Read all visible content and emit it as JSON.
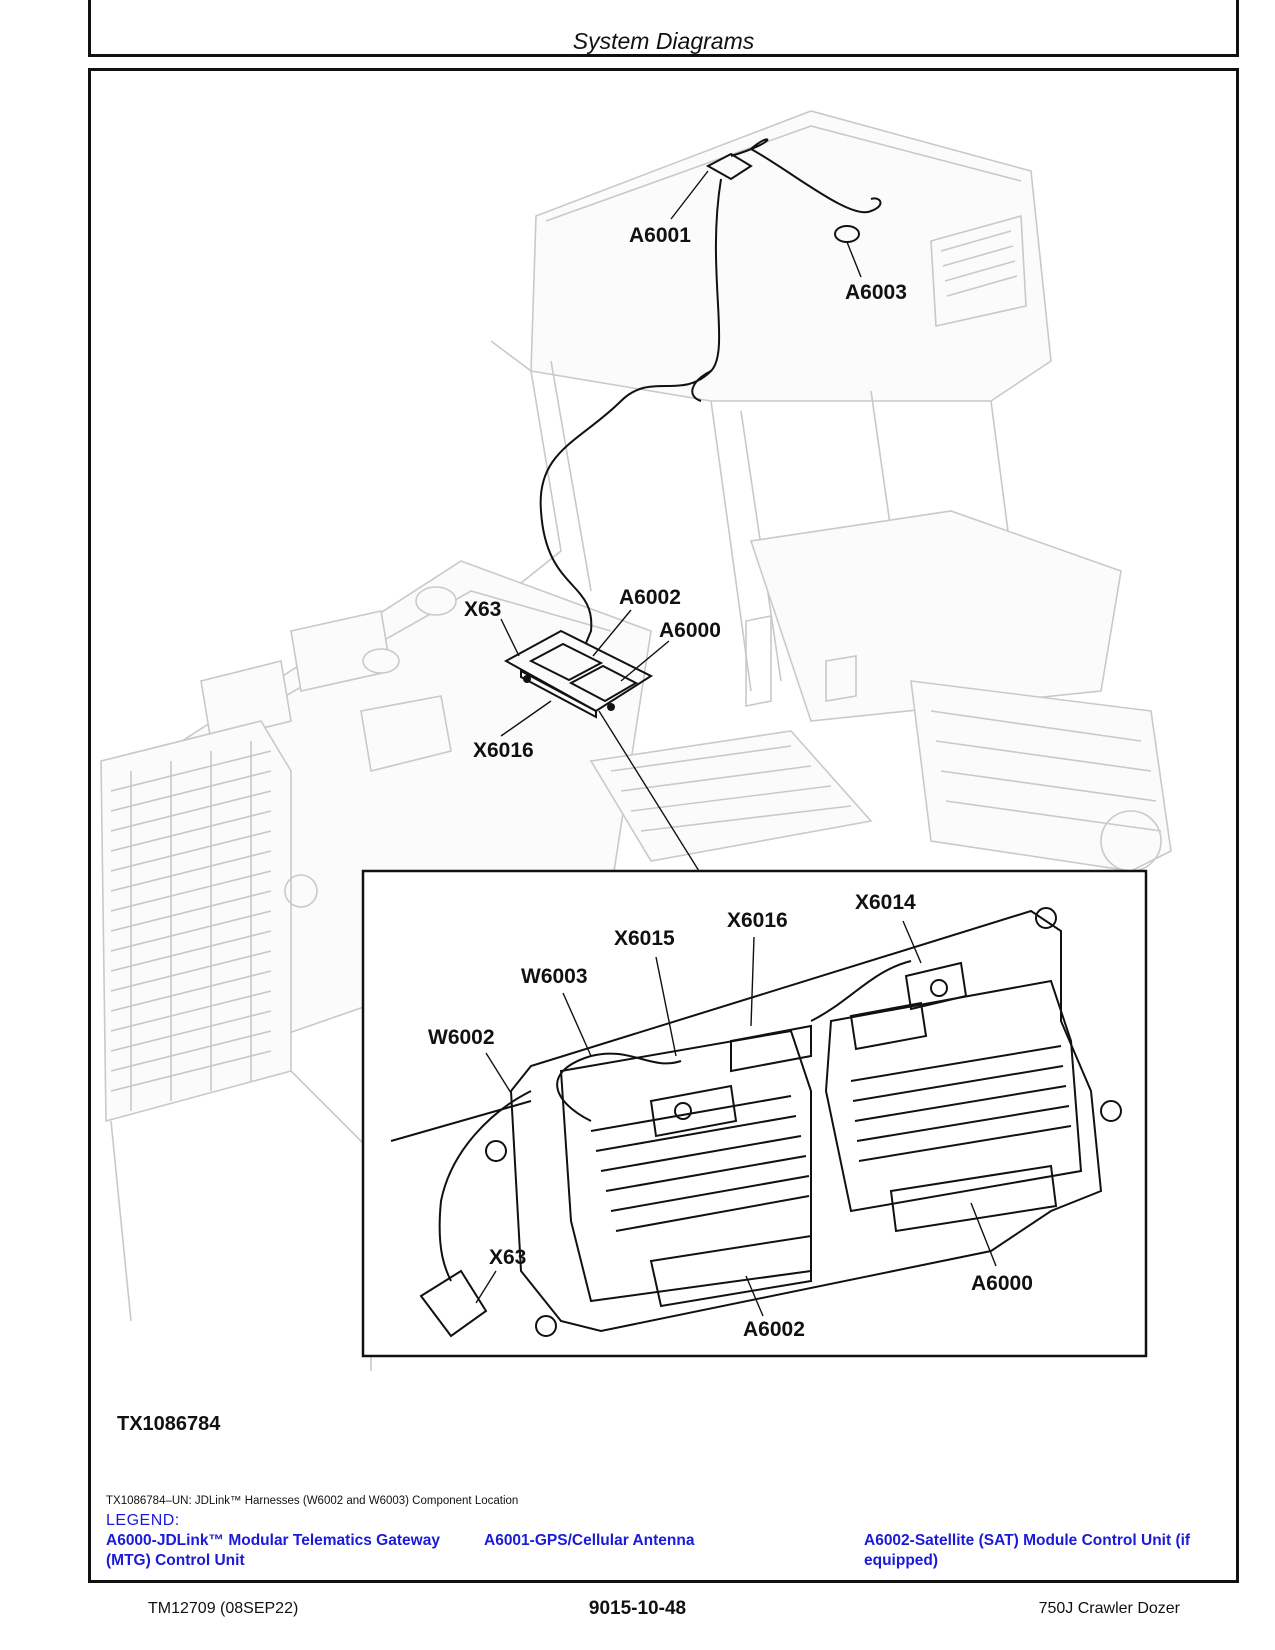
{
  "header": {
    "title": "System Diagrams"
  },
  "figure": {
    "labels": {
      "a6001": "A6001",
      "a6003": "A6003",
      "x63": "X63",
      "a6002": "A6002",
      "a6000": "A6000",
      "x6016": "X6016",
      "inset_x6014": "X6014",
      "inset_x6016": "X6016",
      "inset_x6015": "X6015",
      "inset_w6003": "W6003",
      "inset_w6002": "W6002",
      "inset_x63": "X63",
      "inset_a6000": "A6000",
      "inset_a6002": "A6002"
    },
    "figure_id": "TX1086784",
    "caption": "TX1086784–UN: JDLink™ Harnesses (W6002 and W6003) Component Location"
  },
  "legend": {
    "title": "LEGEND:",
    "items": [
      "A6000-JDLink™ Modular Telematics Gateway (MTG) Control Unit",
      "A6001-GPS/Cellular Antenna",
      "A6002-Satellite (SAT) Module Control Unit (if equipped)"
    ]
  },
  "footer": {
    "left": "TM12709 (08SEP22)",
    "center": "9015-10-48",
    "right": "750J Crawler Dozer"
  }
}
